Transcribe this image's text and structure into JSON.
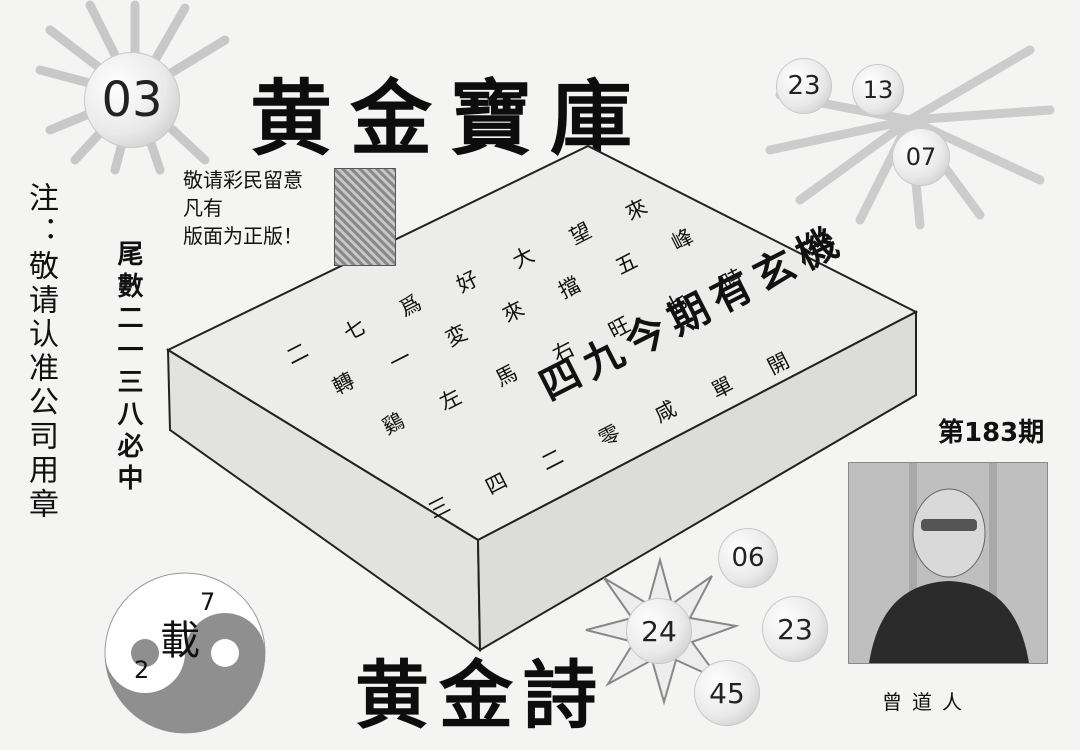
{
  "header": {
    "issue_ball": "03",
    "title": "黄金寶庫"
  },
  "note": {
    "text": "注：敬请认准公司用章"
  },
  "tail": {
    "text": "尾數二一三八必中"
  },
  "notice": {
    "line1": "敬请彩民留意",
    "line2": "凡有",
    "line3": "版面为正版！"
  },
  "top_balls": [
    "23",
    "13",
    "07"
  ],
  "poem": {
    "rows": [
      [
        "二",
        "七",
        "爲",
        "好",
        "大",
        "望",
        "來"
      ],
      [
        "轉",
        "一",
        "変",
        "來",
        "擋",
        "五",
        "峰"
      ],
      [
        "鷄",
        "左",
        "馬",
        "右",
        "旺",
        "七",
        "時"
      ],
      [
        "三",
        "四",
        "二",
        "零",
        "咸",
        "單",
        "開"
      ]
    ]
  },
  "slogan": "四九今期有玄機",
  "issue_label": "第183期",
  "bottom_balls": [
    "06",
    "24",
    "23",
    "45"
  ],
  "bottom_title": "黄金詩",
  "author": "曾道人",
  "yinyang": {
    "char": "載",
    "num_top": "7",
    "num_bottom": "2"
  },
  "colors": {
    "background": "#f4f4f2",
    "ink": "#111111"
  }
}
